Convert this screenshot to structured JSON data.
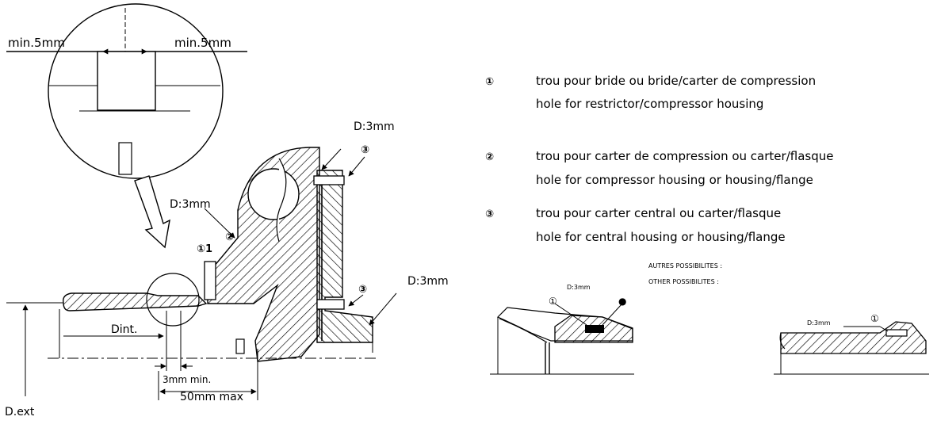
{
  "detail": {
    "label_left": "min.5mm",
    "label_right": "min.5mm"
  },
  "main": {
    "d3_top": "D:3mm",
    "d3_mid": "D:3mm",
    "d3_right": "D:3mm",
    "label_01": "①1",
    "marker_1": "①",
    "marker_2": "②",
    "marker_3_top": "③",
    "marker_3_bottom": "③",
    "dint": "Dint.",
    "dim_3mm_min": "3mm min.",
    "dim_50mm_max": "50mm max",
    "dext": "D.ext"
  },
  "legend": [
    {
      "marker": "①",
      "fr": "trou pour bride ou bride/carter de compression",
      "en": "hole for restrictor/compressor housing"
    },
    {
      "marker": "②",
      "fr": "trou pour carter de compression ou carter/flasque",
      "en": "hole for compressor housing or housing/flange"
    },
    {
      "marker": "③",
      "fr": "trou pour carter central ou carter/flasque",
      "en": "hole for central housing or housing/flange"
    }
  ],
  "alternatives": {
    "title_fr": "AUTRES POSSIBILITES :",
    "title_en": "OTHER POSSIBILITES :",
    "left_d3": "D:3mm",
    "left_marker_a": "①",
    "left_marker_b": "●",
    "right_d3": "D:3mm",
    "right_marker": "①"
  }
}
